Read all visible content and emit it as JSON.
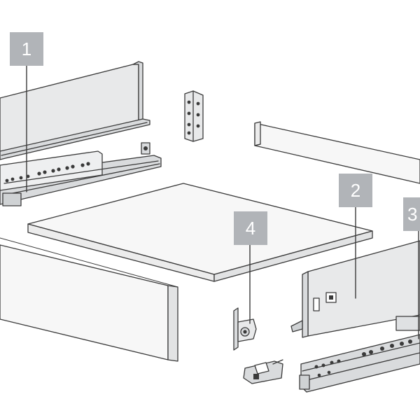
{
  "callouts": [
    {
      "label": "1",
      "part": "drawer-side-runner-left"
    },
    {
      "label": "2",
      "part": "drawer-side-right"
    },
    {
      "label": "3",
      "part": "runner-right"
    },
    {
      "label": "4",
      "part": "front-fixing-bracket"
    }
  ],
  "colors": {
    "line": "#3a3a3a",
    "panel_fill": "#e8e9ea",
    "board_fill": "#f7f7f7",
    "metal_fill": "#d9dbdd",
    "callout_fill": "#b1b4b8",
    "callout_text": "#ffffff"
  }
}
